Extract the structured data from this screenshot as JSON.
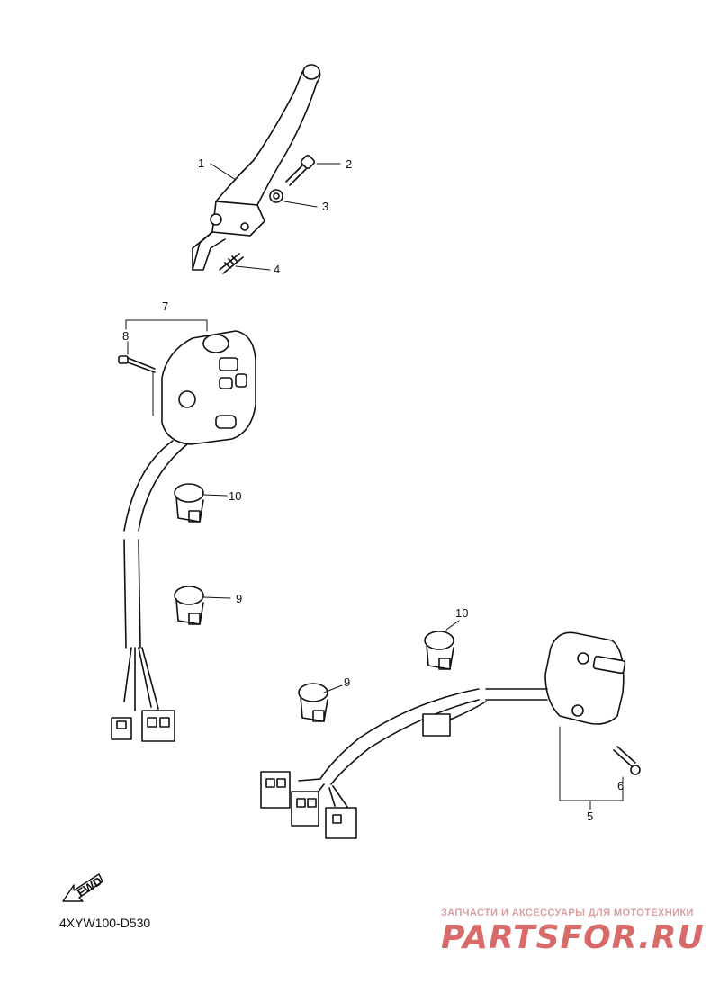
{
  "diagram": {
    "code": "4XYW100-D530",
    "fwd_label": "FWD",
    "callouts": [
      "1",
      "2",
      "3",
      "4",
      "5",
      "6",
      "7",
      "8",
      "9",
      "10"
    ]
  },
  "watermark": {
    "tagline": "ЗАПЧАСТИ И АКСЕССУАРЫ ДЛЯ МОТОТЕХНИКИ",
    "brand": "PARTSFOR.RU"
  }
}
